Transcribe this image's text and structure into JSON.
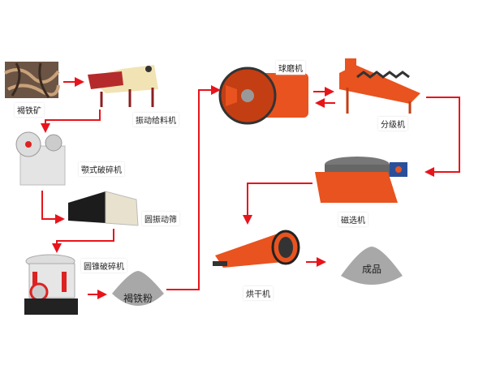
{
  "title": "褐铁矿选矿工艺流程",
  "nodes": {
    "ore": "褐铁矿",
    "feeder": "振动给料机",
    "jaw_crusher": "颚式破碎机",
    "screen": "圆振动筛",
    "cone_crusher": "圆锥破碎机",
    "powder": "褐铁粉",
    "ball_mill": "球磨机",
    "classifier": "分级机",
    "magnetic_separator": "磁选机",
    "dryer": "烘干机",
    "product": "成品"
  },
  "colors": {
    "arrow": "#e8141b",
    "machine": "#e8531f",
    "pile": "#a8a8a8"
  }
}
